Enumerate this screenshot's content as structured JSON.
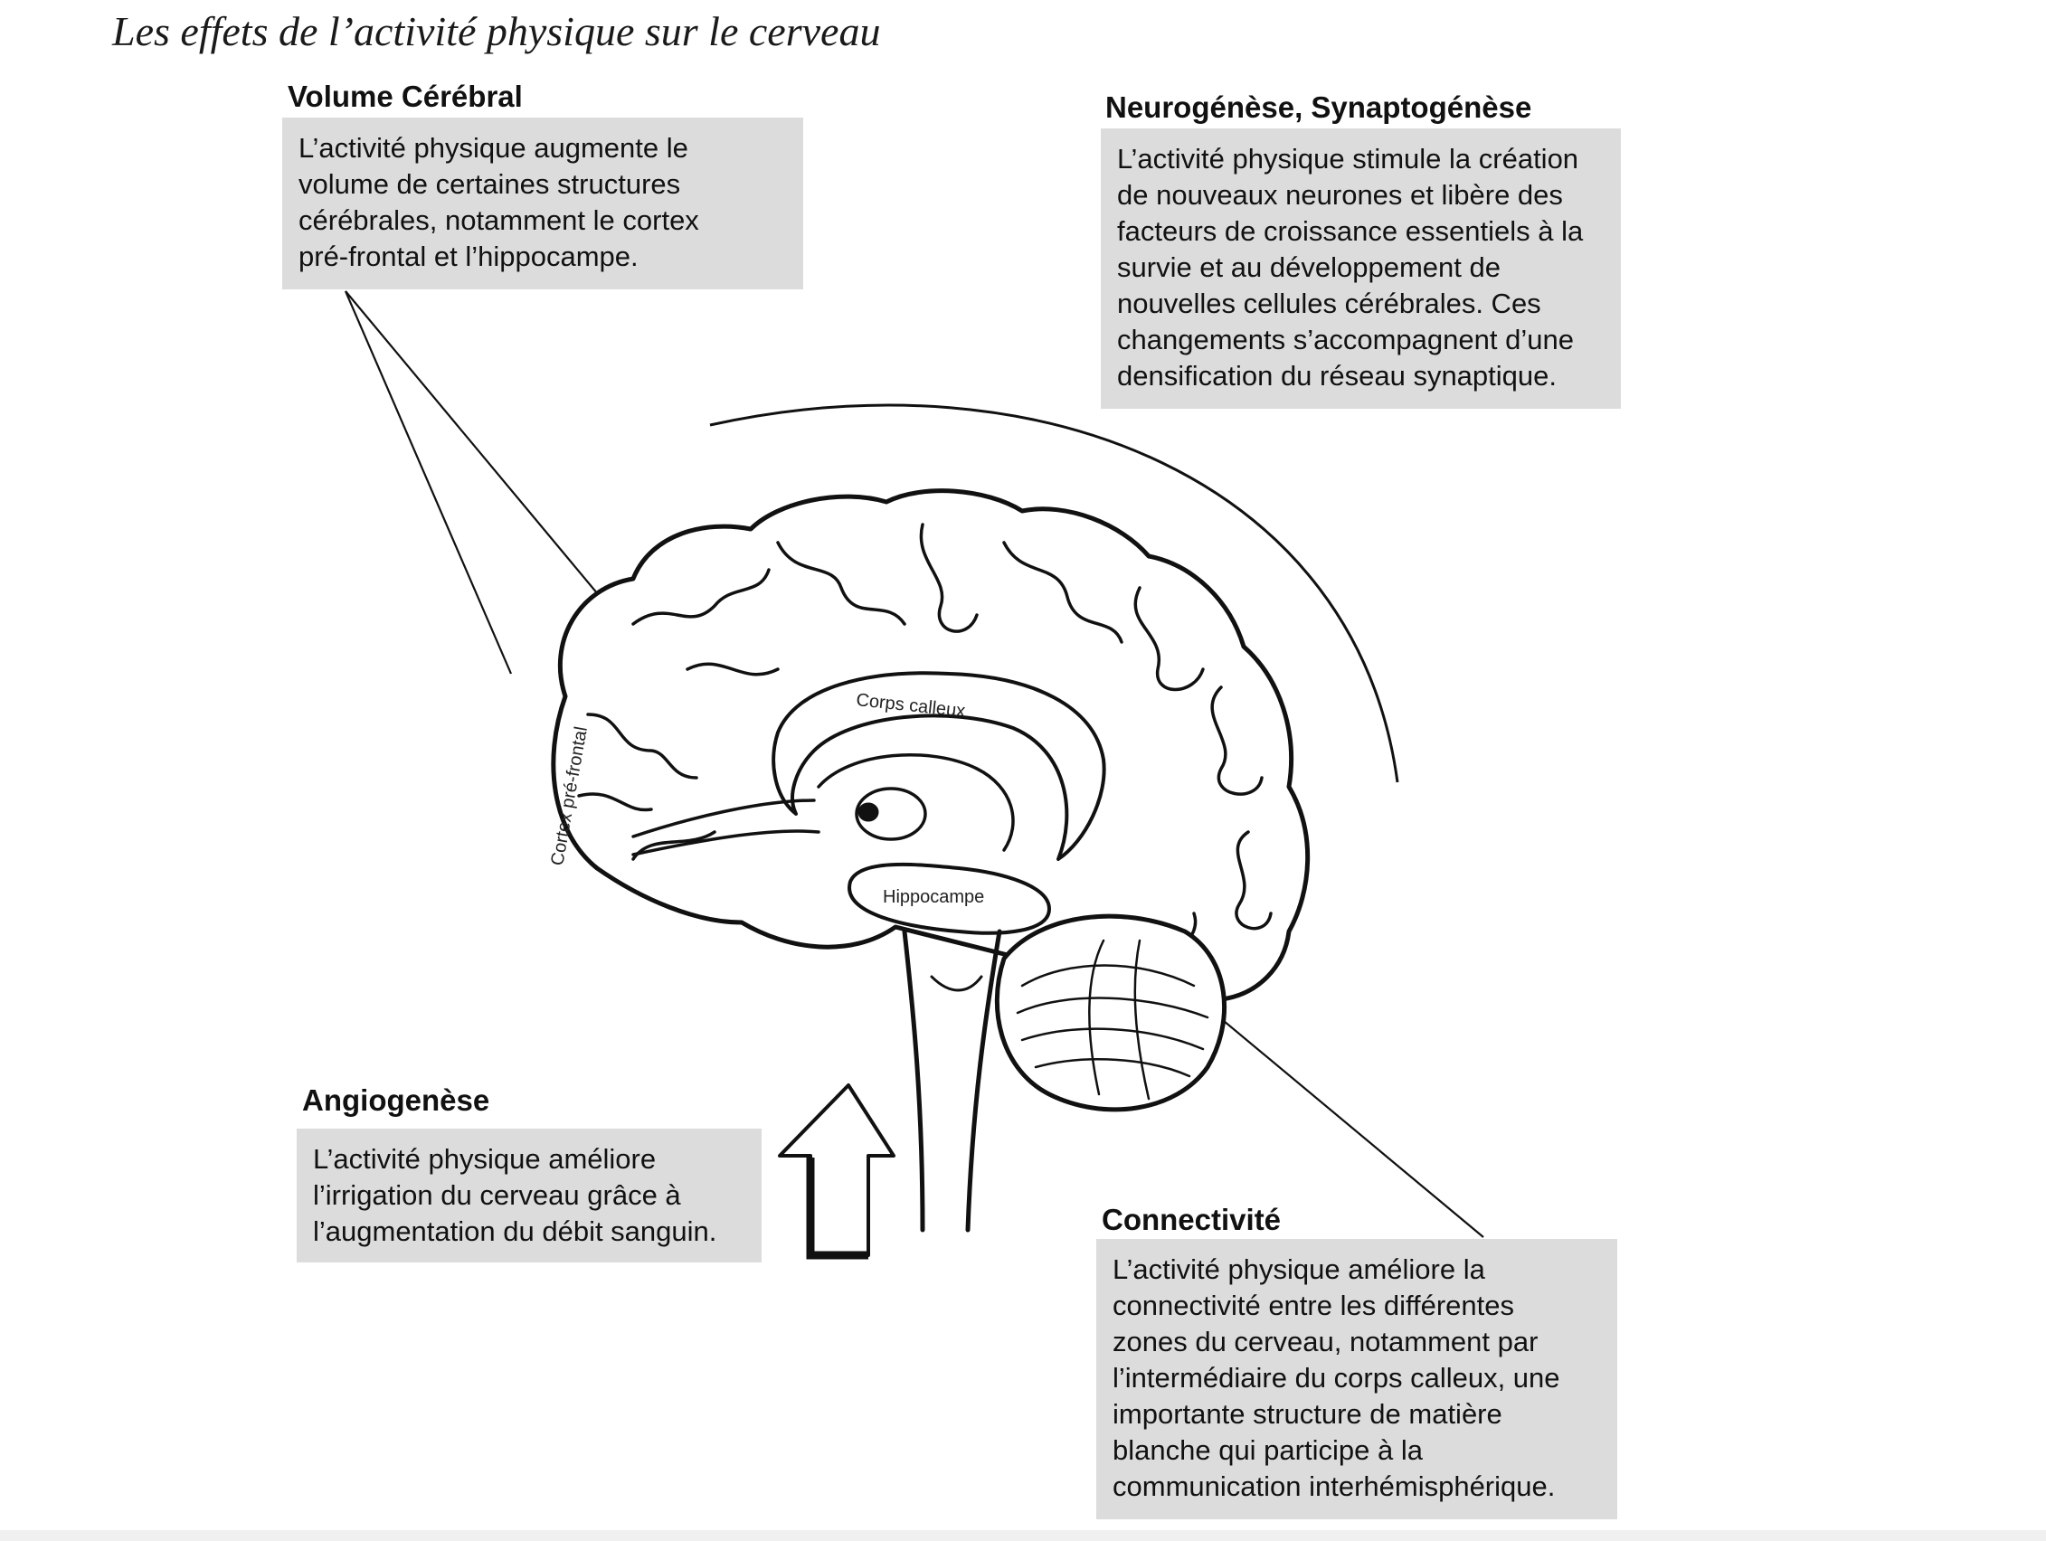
{
  "title": "Les effets de l’activité physique sur le cerveau",
  "sections": {
    "volume": {
      "heading": "Volume Cérébral",
      "lines": [
        "L’activité physique augmente le",
        "volume de certaines structures",
        "cérébrales, notamment le cortex",
        "pré-frontal et l’hippocampe."
      ]
    },
    "neuro": {
      "heading": "Neurogénèse, Synaptogénèse",
      "lines": [
        "L’activité physique stimule la création",
        "de nouveaux neurones et libère des",
        "facteurs de croissance essentiels à la",
        "survie et au développement de",
        "nouvelles cellules cérébrales. Ces",
        "changements s’accompagnent d’une",
        "densification du réseau synaptique."
      ]
    },
    "angio": {
      "heading": "Angiogenèse",
      "lines": [
        "L’activité physique améliore",
        "l’irrigation du cerveau grâce à",
        "l’augmentation du débit sanguin."
      ]
    },
    "connect": {
      "heading": "Connectivité",
      "lines": [
        "L’activité physique améliore la",
        "connectivité entre les différentes",
        "zones du cerveau, notamment par",
        "l’intermédiaire du corps calleux, une",
        "importante structure de matière",
        "blanche qui participe à la",
        "communication interhémisphérique."
      ]
    }
  },
  "labels": {
    "corps_calleux": "Corps calleux",
    "hippocampe": "Hippocampe",
    "cortex": "Cortex pré-frontal"
  },
  "icons": {
    "arrow": "up-arrow-icon",
    "brain": "brain-illustration"
  }
}
